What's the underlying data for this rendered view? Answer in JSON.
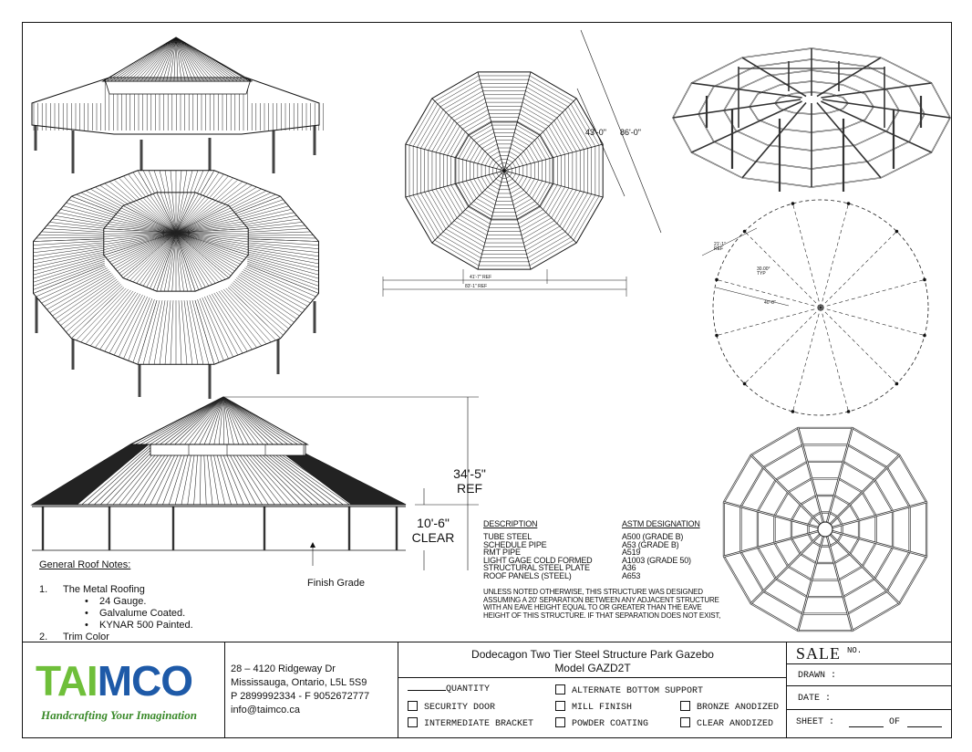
{
  "drawing": {
    "top_view_dims": {
      "overall_diagonal": "86'-0\"",
      "inner_diagonal": "43'-0\"",
      "inner_width": "41'-7\" REF",
      "overall_width": "83'-1\" REF"
    },
    "plan_dims": {
      "radius_inner": "21'-1\"",
      "radius_inner_sub": "REF",
      "angle": "30.00°",
      "angle_sub": "TYP",
      "radius_outer": "40'-8\""
    },
    "elevation_dims": {
      "height": "34'-5\"",
      "height_sub": "REF",
      "clear": "10'-6\"",
      "clear_sub": "CLEAR",
      "grade_label": "Finish Grade"
    }
  },
  "notes": {
    "title": "General Roof Notes:",
    "item1": "The Metal Roofing",
    "item1_num": "1.",
    "subs": [
      "24 Gauge.",
      "Galvalume Coated.",
      "KYNAR 500 Painted."
    ],
    "item2": "Trim Color",
    "item2_num": "2."
  },
  "spec": {
    "col1": "DESCRIPTION",
    "col2": "ASTM DESIGNATION",
    "rows": [
      {
        "desc": "TUBE STEEL",
        "astm": "A500 (GRADE B)"
      },
      {
        "desc": "SCHEDULE PIPE",
        "astm": "A53 (GRADE B)"
      },
      {
        "desc": "RMT PIPE",
        "astm": "A519"
      },
      {
        "desc": "LIGHT GAGE COLD FORMED",
        "astm": "A1003 (GRADE 50)"
      },
      {
        "desc": "STRUCTURAL STEEL PLATE",
        "astm": "A36"
      },
      {
        "desc": "ROOF PANELS (STEEL)",
        "astm": "A653"
      }
    ],
    "note": "UNLESS NOTED OTHERWISE, THIS STRUCTURE WAS DESIGNED ASSUMING A 20' SEPARATION BETWEEN ANY ADJACENT STRUCTURE WITH AN EAVE HEIGHT EQUAL TO OR GREATER THAN THE EAVE HEIGHT OF THIS STRUCTURE. IF THAT SEPARATION DOES NOT EXIST,"
  },
  "titleblock": {
    "logo": "TAIMCO",
    "tagline": "Handcrafting Your Imagination",
    "address1": "28 – 4120 Ridgeway Dr",
    "address2": "Mississauga, Ontario, L5L 5S9",
    "phone": "P 2899992334 - F 9052672777",
    "email": "info@taimco.ca",
    "title1": "Dodecagon Two Tier Steel Structure Park Gazebo",
    "title2": "Model GAZD2T",
    "quantity_label": "QUANTITY",
    "options": {
      "security_door": "SECURITY DOOR",
      "intermediate_bracket": "INTERMEDIATE BRACKET",
      "alternate_bottom_support": "ALTERNATE BOTTOM SUPPORT",
      "mill_finish": "MILL FINISH",
      "powder_coating": "POWDER COATING",
      "bronze_anodized": "BRONZE ANODIZED",
      "clear_anodized": "CLEAR ANODIZED"
    },
    "sale_label": "SALE",
    "sale_no": "NO.",
    "drawn": "DRAWN :",
    "date": "DATE :",
    "sheet": "SHEET :",
    "of": "OF"
  },
  "colors": {
    "logo_green": "#6fbf3a",
    "logo_blue": "#1e5aa8",
    "line": "#111111"
  }
}
